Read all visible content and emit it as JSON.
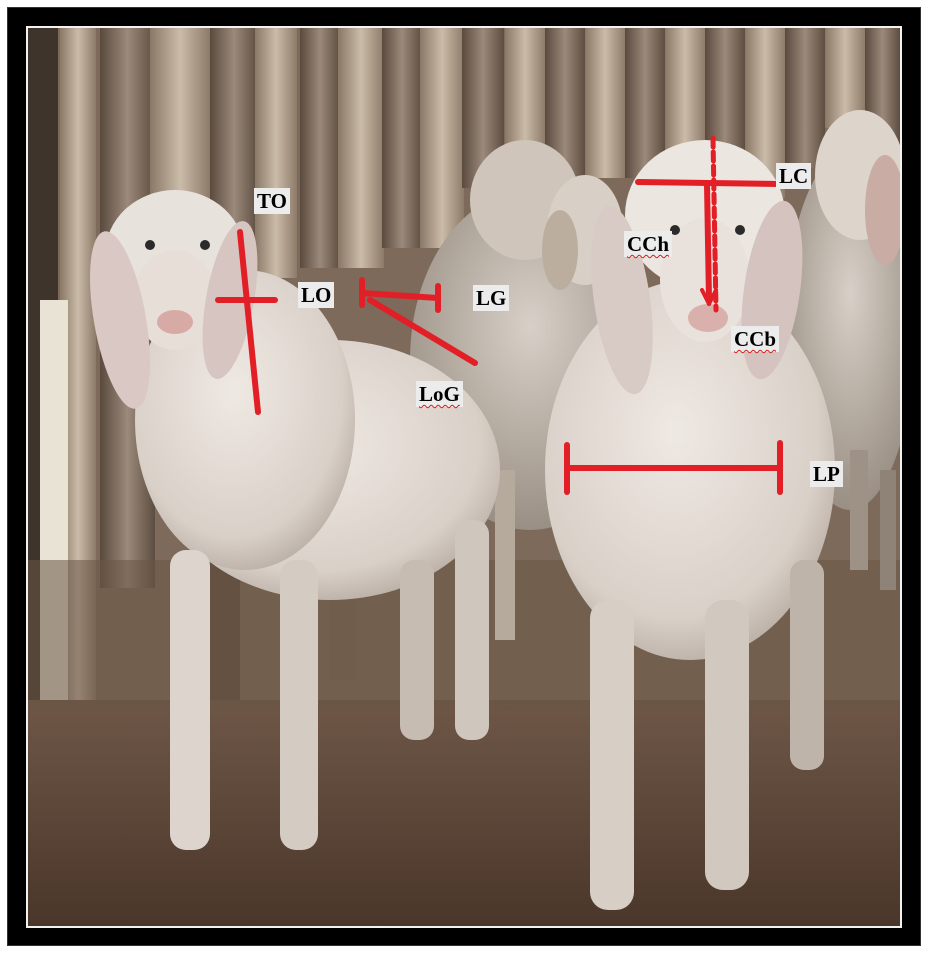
{
  "image": {
    "subject": "sheep",
    "colors": {
      "measure_line": "#e21e26",
      "label_bg": "#ececec",
      "frame": "#000000"
    }
  },
  "labels": {
    "to": "TO",
    "lo": "LO",
    "lg": "LG",
    "log": "LoG",
    "lc": "LC",
    "cch": "CCh",
    "ccb": "CCb",
    "lp": "LP"
  }
}
